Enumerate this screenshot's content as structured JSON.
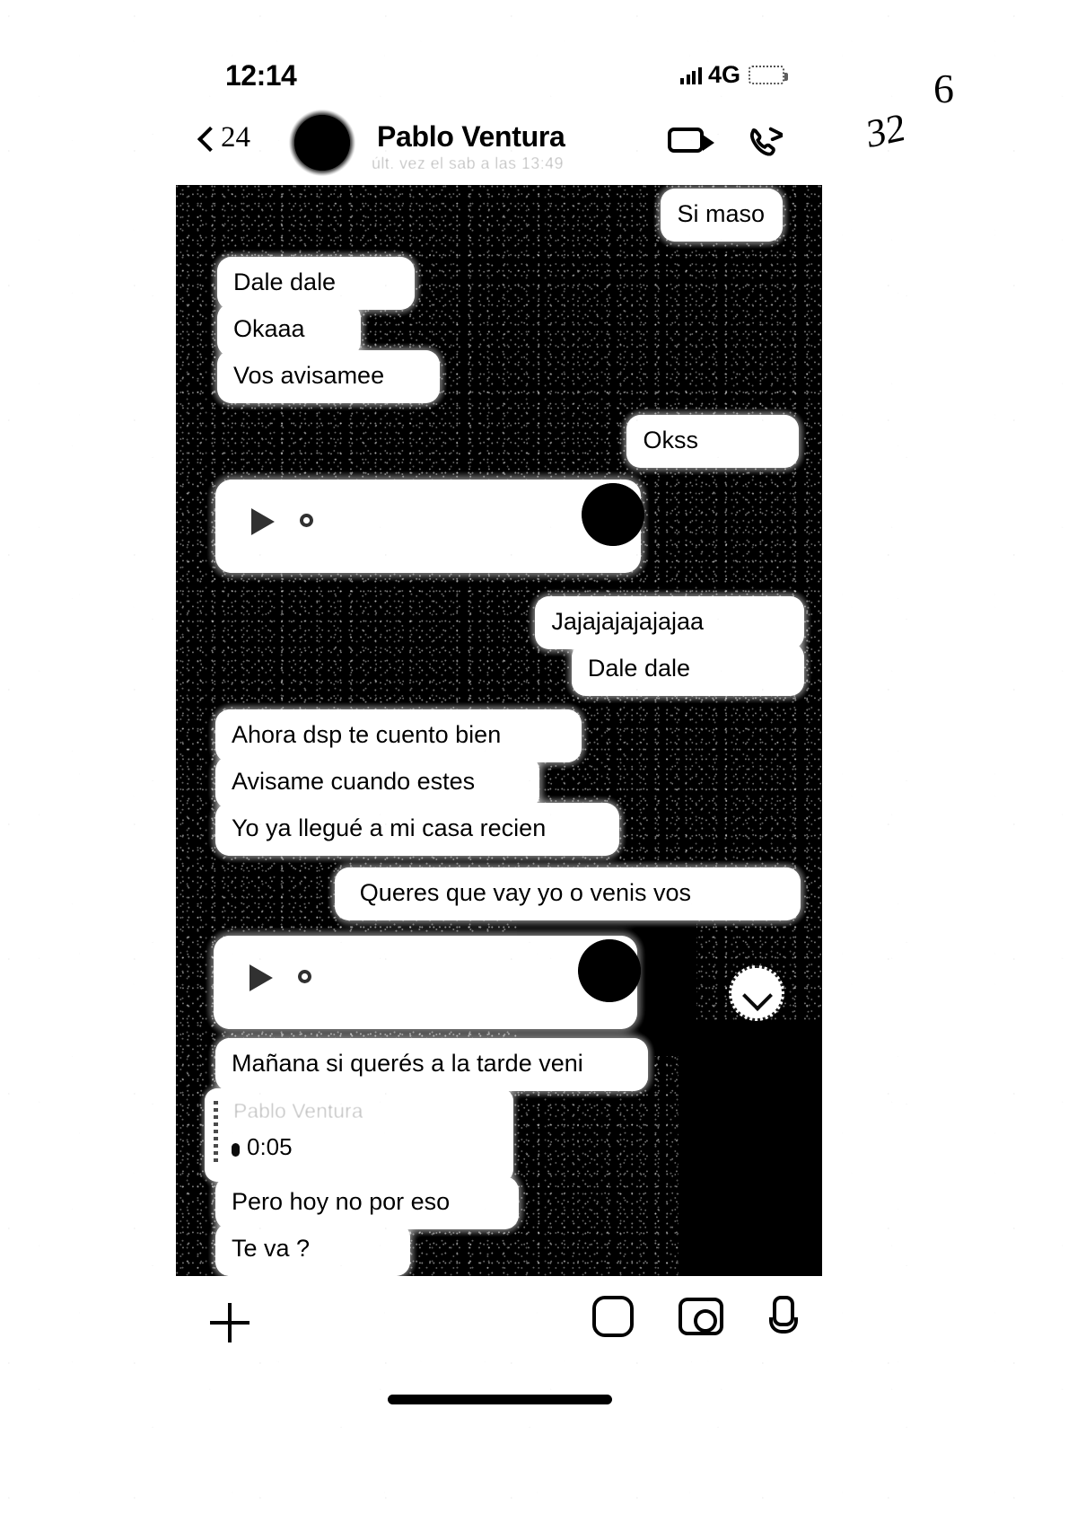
{
  "document": {
    "kind": "photocopied-chat-screenshot",
    "annotations": [
      {
        "id": "page-mark-32",
        "text": "32"
      },
      {
        "id": "page-mark-6",
        "text": "6"
      }
    ]
  },
  "status_bar": {
    "time": "12:14",
    "network": "4G",
    "signal_icon": "signal-bars-icon",
    "battery_icon": "battery-icon"
  },
  "header": {
    "back_icon": "back-chevron-icon",
    "back_count": "24",
    "avatar_icon": "avatar",
    "contact_name": "Pablo Ventura",
    "subtitle": "últ. vez el sab a las 13:49",
    "video_call_icon": "video-camera-icon",
    "voice_call_icon": "phone-icon"
  },
  "conversation": {
    "messages": [
      {
        "id": "m1",
        "side": "right",
        "type": "text",
        "text": "Si maso"
      },
      {
        "id": "m2",
        "side": "left",
        "type": "text",
        "text": "Dale dale"
      },
      {
        "id": "m3",
        "side": "left",
        "type": "text",
        "text": "Okaaa"
      },
      {
        "id": "m4",
        "side": "left",
        "type": "text",
        "text": "Vos avisamee"
      },
      {
        "id": "m5",
        "side": "right",
        "type": "text",
        "text": "Okss"
      },
      {
        "id": "m6",
        "side": "left",
        "type": "voice",
        "text": ""
      },
      {
        "id": "m7",
        "side": "right",
        "type": "text",
        "text": "Jajajajajajajaa"
      },
      {
        "id": "m8",
        "side": "right",
        "type": "text",
        "text": "Dale dale"
      },
      {
        "id": "m9",
        "side": "left",
        "type": "text",
        "text": "Ahora dsp te cuento bien"
      },
      {
        "id": "m10",
        "side": "left",
        "type": "text",
        "text": "Avisame cuando estes"
      },
      {
        "id": "m11",
        "side": "left",
        "type": "text",
        "text": "Yo ya llegué a mi casa recien"
      },
      {
        "id": "m12",
        "side": "right",
        "type": "text",
        "text": "Queres que vay yo o venis vos"
      },
      {
        "id": "m13",
        "side": "left",
        "type": "voice",
        "text": ""
      },
      {
        "id": "m14",
        "side": "left",
        "type": "text",
        "text": "Mañana si querés a la tarde veni"
      },
      {
        "id": "m15",
        "side": "left",
        "type": "reply",
        "reply_author": "Pablo Ventura",
        "reply_duration": "0:05"
      },
      {
        "id": "m16",
        "side": "left",
        "type": "text",
        "text": "Pero hoy no por eso"
      },
      {
        "id": "m17",
        "side": "left",
        "type": "text",
        "text": "Te va ?"
      }
    ],
    "scroll_down_icon": "chevron-down-icon"
  },
  "composer": {
    "add_icon": "plus-icon",
    "sticker_icon": "sticker-icon",
    "camera_icon": "camera-icon",
    "mic_icon": "microphone-icon"
  },
  "home_indicator": "home-indicator"
}
